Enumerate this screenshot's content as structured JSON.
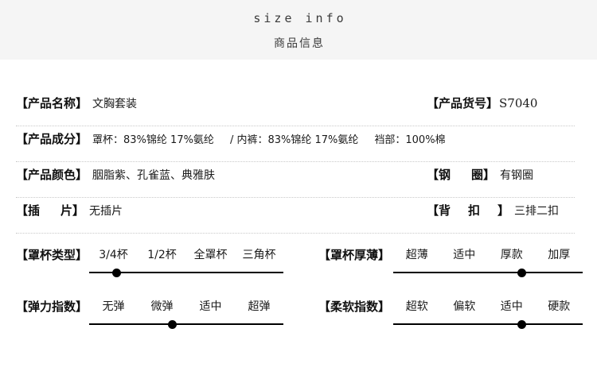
{
  "header": {
    "title_en": "size info",
    "title_cn": "商品信息",
    "background": "#f5f5f5"
  },
  "info_rows": [
    {
      "left_label": "【产品名称】",
      "left_value": "文胸套装",
      "right_label": "【产品货号】",
      "right_value": "S7040"
    },
    {
      "left_label": "【产品成分】",
      "left_value": "罩杯：83%锦纶 17%氨纶",
      "left_value_2": "/ 内裤：83%锦纶 17%氨纶",
      "left_value_3": "裆部：100%棉",
      "right_label": "",
      "right_value": ""
    },
    {
      "left_label": "【产品颜色】",
      "left_value": "胭脂紫、孔雀蓝、典雅肤",
      "right_label_a": "【钢",
      "right_label_b": "圈】",
      "right_value": "有钢圈"
    },
    {
      "left_label_a": "【插",
      "left_label_b": "片】",
      "left_value": "无插片",
      "right_label_a": "【背",
      "right_label_b": "扣",
      "right_label_c": "】",
      "right_value": "三排二扣"
    }
  ],
  "sliders": [
    {
      "label": "【罩杯类型】",
      "options": [
        "3/4杯",
        "1/2杯",
        "全罩杯",
        "三角杯"
      ],
      "selected_index": 0,
      "knob_percent": 14
    },
    {
      "label": "【罩杯厚薄】",
      "options": [
        "超薄",
        "适中",
        "厚款",
        "加厚"
      ],
      "selected_index": 2,
      "knob_percent": 68
    },
    {
      "label": "【弹力指数】",
      "options": [
        "无弹",
        "微弹",
        "适中",
        "超弹"
      ],
      "selected_index": 1,
      "knob_percent": 43
    },
    {
      "label": "【柔软指数】",
      "options": [
        "超软",
        "偏软",
        "适中",
        "硬款"
      ],
      "selected_index": 2,
      "knob_percent": 68
    }
  ],
  "colors": {
    "text": "#1a1a1a",
    "label": "#111111",
    "divider": "#c9c9c9",
    "slider": "#000000",
    "header_bg": "#f5f5f5"
  }
}
